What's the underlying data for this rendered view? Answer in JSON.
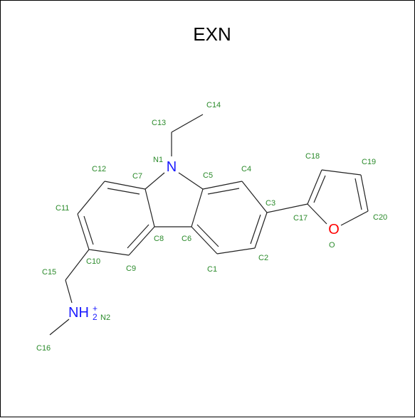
{
  "title": "EXN",
  "colors": {
    "bond": "#222222",
    "atom_label": "#2a8a2a",
    "nitrogen": "#1a1aff",
    "oxygen": "#ff0000",
    "title": "#000000",
    "border": "#000000"
  },
  "heteroatoms": {
    "ring_n": "N",
    "ammonium": "NH",
    "ammonium_h_count": "2",
    "ammonium_charge": "+",
    "furan_o": "O"
  },
  "atom_labels": {
    "C1": "C1",
    "C2": "C2",
    "C3": "C3",
    "C4": "C4",
    "C5": "C5",
    "C6": "C6",
    "C7": "C7",
    "C8": "C8",
    "C9": "C9",
    "C10": "C10",
    "C11": "C11",
    "C12": "C12",
    "C13": "C13",
    "C14": "C14",
    "C15": "C15",
    "C16": "C16",
    "C17": "C17",
    "C18": "C18",
    "C19": "C19",
    "C20": "C20",
    "N1": "N1",
    "N2": "N2",
    "O": "O"
  }
}
